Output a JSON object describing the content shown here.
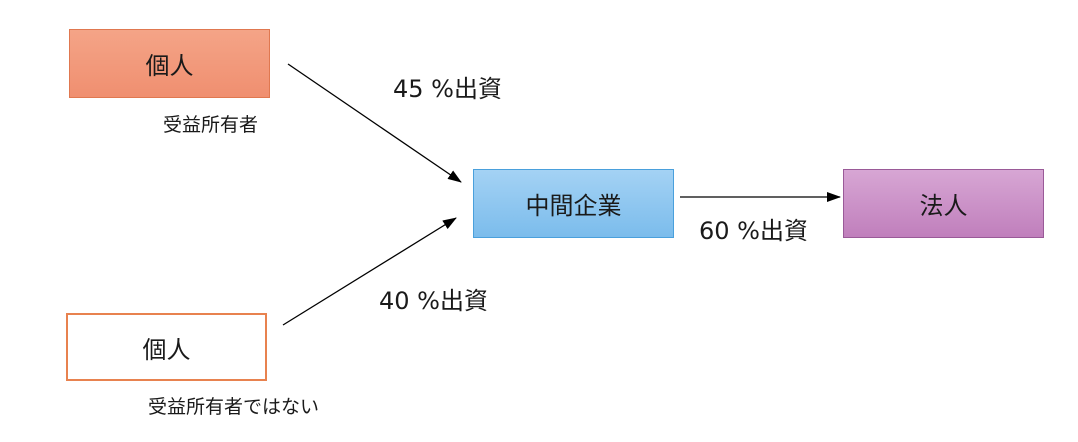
{
  "nodes": {
    "individual_1": {
      "label": "個人",
      "note": "受益所有者"
    },
    "individual_2": {
      "label": "個人",
      "note": "受益所有者ではない"
    },
    "intermediate": {
      "label": "中間企業"
    },
    "corporation": {
      "label": "法人"
    }
  },
  "edges": {
    "individual_1_to_intermediate": "45 %出資",
    "individual_2_to_intermediate": "40 %出資",
    "intermediate_to_corporation": "60 %出資"
  },
  "colors": {
    "individual_1_fill": "#f4a487",
    "individual_2_border": "#e8824f",
    "intermediate_fill": "#7bbcec",
    "corporation_fill": "#c07fbc",
    "arrow": "#000000"
  }
}
